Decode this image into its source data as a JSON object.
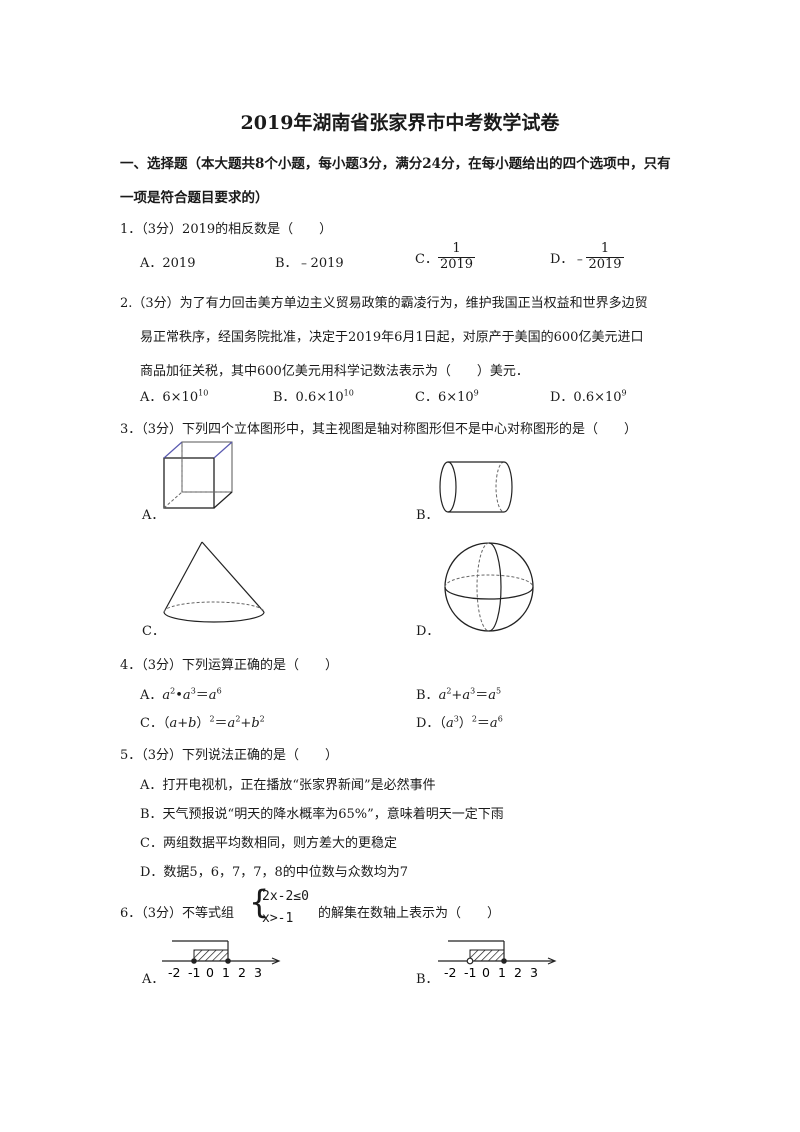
{
  "title": "2019年湖南省张家界市中考数学试卷",
  "section1": {
    "line1": "一、选择题（本大题共8个小题，每小题3分，满分24分，在每小题给出的四个选项中，只有",
    "line2": "一项是符合题目要求的）"
  },
  "q1": {
    "stem": "1．（3分）2019的相反数是（　　）",
    "a": "A．2019",
    "b": "B．﹣2019",
    "c_prefix": "C．",
    "c_num": "1",
    "c_den": "2019",
    "d_prefix": "D．﹣",
    "d_num": "1",
    "d_den": "2019"
  },
  "q2": {
    "line1": "2.（3分）为了有力回击美方单边主义贸易政策的霸凌行为，维护我国正当权益和世界多边贸",
    "line2": "易正常秩序，经国务院批准，决定于2019年6月1日起，对原产于美国的600亿美元进口",
    "line3": "商品加征关税，其中600亿美元用科学记数法表示为（　　）美元．",
    "a_base": "A．6×10",
    "a_exp": "10",
    "b_base": "B．0.6×10",
    "b_exp": "10",
    "c_base": "C．6×10",
    "c_exp": "9",
    "d_base": "D．0.6×10",
    "d_exp": "9"
  },
  "q3": {
    "stem": "3．（3分）下列四个立体图形中，其主视图是轴对称图形但不是中心对称图形的是（　　）",
    "a": "A．",
    "b": "B．",
    "c": "C．",
    "d": "D．",
    "shapes": [
      "cube-icon",
      "cylinder-icon",
      "cone-icon",
      "sphere-icon"
    ]
  },
  "q4": {
    "stem": "4．（3分）下列运算正确的是（　　）",
    "a": [
      "A．",
      "a",
      "2",
      "•",
      "a",
      "3",
      "＝",
      "a",
      "6"
    ],
    "b": [
      "B．",
      "a",
      "2",
      "+",
      "a",
      "3",
      "＝",
      "a",
      "5"
    ],
    "c": [
      "C．（",
      "a+b",
      "）",
      "2",
      "＝",
      "a",
      "2",
      "+",
      "b",
      "2"
    ],
    "d": [
      "D．（",
      "a",
      "3",
      "）",
      "2",
      "＝",
      "a",
      "6"
    ]
  },
  "q5": {
    "stem": "5．（3分）下列说法正确的是（　　）",
    "a": "A．打开电视机，正在播放“张家界新闻”是必然事件",
    "b": "B．天气预报说“明天的降水概率为65%”，意味着明天一定下雨",
    "c": "C．两组数据平均数相同，则方差大的更稳定",
    "d": "D．数据5，6，7，7，8的中位数与众数均为7"
  },
  "q6": {
    "stem_prefix": "6．（3分）不等式组",
    "ineq1": "2x-2≤0",
    "ineq2": "x>-1",
    "stem_suffix": "的解集在数轴上表示为（　　）",
    "a": "A．",
    "b": "B．",
    "ticks": [
      "-2",
      "-1",
      "0",
      "1",
      "2",
      "3"
    ]
  }
}
